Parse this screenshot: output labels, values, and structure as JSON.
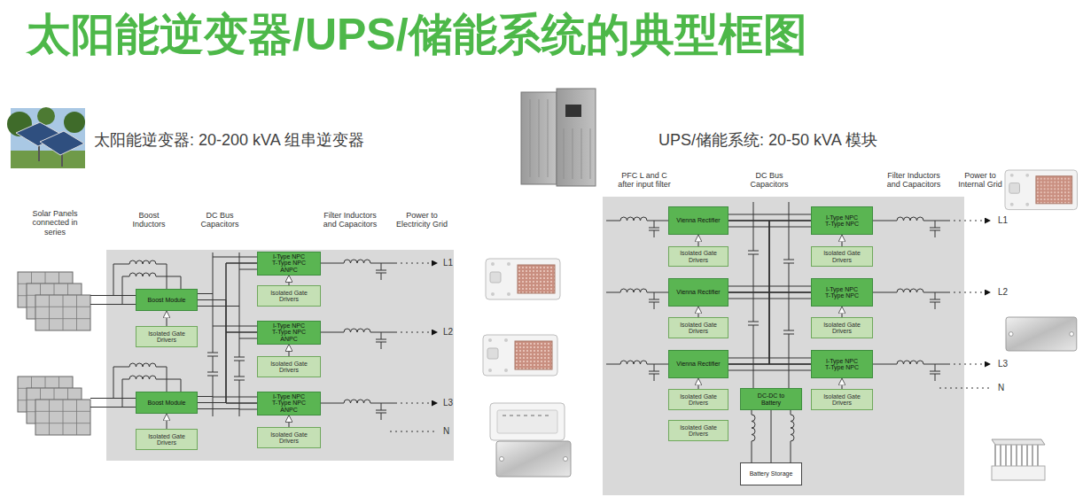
{
  "diagram": {
    "title": "太阳能逆变器/UPS/储能系统的典型框图",
    "nodes": [
      {
        "text": [
          "Boost Module"
        ]
      },
      {
        "text": [
          "Isolated Gate Drivers"
        ]
      },
      {
        "text": [
          "Boost Module"
        ]
      },
      {
        "text": [
          "Isolated Gate Drivers"
        ]
      },
      {
        "text": [
          "I-Type NPC",
          "T-Type NPC",
          "ANPC"
        ]
      },
      {
        "text": [
          "Isolated Gate Drivers"
        ]
      },
      {
        "text": [
          "I-Type NPC",
          "T-Type NPC",
          "ANPC"
        ]
      },
      {
        "text": [
          "Isolated Gate Drivers"
        ]
      },
      {
        "text": [
          "I-Type NPC",
          "T-Type NPC",
          "ANPC"
        ]
      },
      {
        "text": [
          "Isolated Gate Drivers"
        ]
      },
      {
        "text": [
          "Vienna Rectifier"
        ]
      },
      {
        "text": [
          "Isolated Gate Drivers"
        ]
      },
      {
        "text": [
          "I-Type NPC",
          "T-Type NPC"
        ]
      },
      {
        "text": [
          "Isolated Gate Drivers"
        ]
      },
      {
        "text": [
          "Vienna Rectifier"
        ]
      },
      {
        "text": [
          "Isolated Gate Drivers"
        ]
      },
      {
        "text": [
          "I-Type NPC",
          "T-Type NPC"
        ]
      },
      {
        "text": [
          "Isolated Gate Drivers"
        ]
      },
      {
        "text": [
          "Vienna Rectifier"
        ]
      },
      {
        "text": [
          "Isolated Gate Drivers"
        ]
      },
      {
        "text": [
          "I-Type NPC",
          "T-Type NPC"
        ]
      },
      {
        "text": [
          "Isolated Gate Drivers"
        ]
      },
      {
        "text": [
          "DC-DC to Battery"
        ]
      },
      {
        "text": [
          "Isolated Gate Drivers"
        ]
      },
      {
        "text": [
          "Battery Storage"
        ]
      }
    ],
    "edges": [
      {
        "from": 1,
        "to": 0,
        "arrow": "to"
      },
      {
        "from": 3,
        "to": 2,
        "arrow": "to"
      },
      {
        "from": 5,
        "to": 4,
        "arrow": "to"
      },
      {
        "from": 7,
        "to": 6,
        "arrow": "to"
      },
      {
        "from": 9,
        "to": 8,
        "arrow": "to"
      },
      {
        "from": 0,
        "to": 4,
        "arrow": "none"
      },
      {
        "from": 0,
        "to": 6,
        "arrow": "none"
      },
      {
        "from": 0,
        "to": 8,
        "arrow": "none"
      },
      {
        "from": 2,
        "to": 4,
        "arrow": "none"
      },
      {
        "from": 2,
        "to": 6,
        "arrow": "none"
      },
      {
        "from": 2,
        "to": 8,
        "arrow": "none"
      },
      {
        "from": 11,
        "to": 10,
        "arrow": "to"
      },
      {
        "from": 13,
        "to": 12,
        "arrow": "to"
      },
      {
        "from": 15,
        "to": 14,
        "arrow": "to"
      },
      {
        "from": 17,
        "to": 16,
        "arrow": "to"
      },
      {
        "from": 19,
        "to": 18,
        "arrow": "to"
      },
      {
        "from": 21,
        "to": 20,
        "arrow": "to"
      },
      {
        "from": 10,
        "to": 12,
        "arrow": "none"
      },
      {
        "from": 10,
        "to": 16,
        "arrow": "none"
      },
      {
        "from": 10,
        "to": 20,
        "arrow": "none"
      },
      {
        "from": 14,
        "to": 12,
        "arrow": "none"
      },
      {
        "from": 14,
        "to": 16,
        "arrow": "none"
      },
      {
        "from": 14,
        "to": 20,
        "arrow": "none"
      },
      {
        "from": 18,
        "to": 12,
        "arrow": "none"
      },
      {
        "from": 18,
        "to": 16,
        "arrow": "none"
      },
      {
        "from": 18,
        "to": 20,
        "arrow": "none"
      },
      {
        "from": 22,
        "to": 24,
        "arrow": "none"
      }
    ],
    "labels": [
      "太阳能逆变器: 20-200 kVA 组串逆变器",
      "Solar Panels connected in series",
      "Boost Inductors",
      "DC Bus Capacitors",
      "Filter Inductors and Capacitors",
      "Power to Electricity Grid",
      "L1",
      "L2",
      "L3",
      "N",
      "UPS/储能系统: 20-50 kVA 模块",
      "PFC L and C after input filter",
      "DC Bus Capacitors",
      "Filter Inductors and Capacitors",
      "Power to Internal Grid",
      "L1",
      "L2",
      "L3",
      "N"
    ]
  }
}
